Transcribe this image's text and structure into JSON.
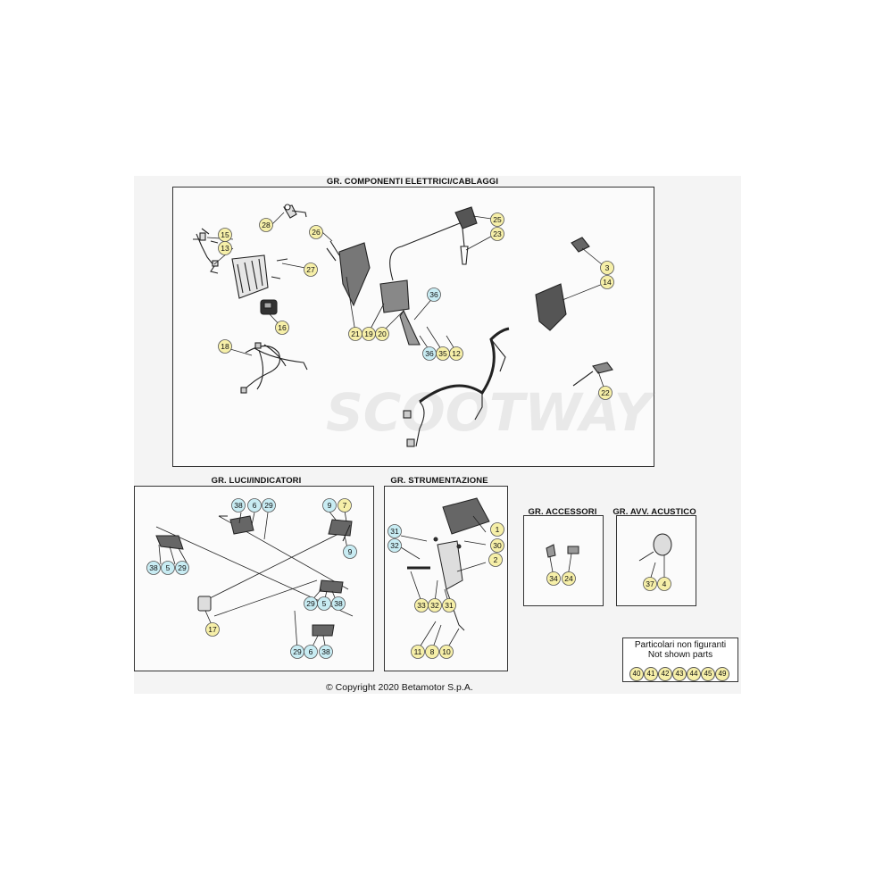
{
  "panels": {
    "main_title": "GR. COMPONENTI ELETTRICI/CABLAGGI",
    "lights_title": "GR. LUCI/INDICATORI",
    "instruments_title": "GR. STRUMENTAZIONE",
    "accessories_title": "GR. ACCESSORI",
    "horn_title": "GR. AVV. ACUSTICO"
  },
  "watermark": "SCOOTWAY",
  "not_shown": {
    "line1": "Particolari non figuranti",
    "line2": "Not shown parts",
    "numbers": [
      "40",
      "41",
      "42",
      "43",
      "44",
      "45",
      "49"
    ]
  },
  "copyright": "© Copyright 2020 Betamotor S.p.A.",
  "colors": {
    "yellow_callout": "#f6efa8",
    "blue_callout": "#c8ecf3",
    "line": "#333333"
  },
  "callouts": {
    "main": [
      "28",
      "15",
      "13",
      "26",
      "27",
      "16",
      "21",
      "19",
      "20",
      "36",
      "36",
      "35",
      "12",
      "18",
      "25",
      "23",
      "3",
      "14",
      "22"
    ],
    "lights": [
      "38",
      "6",
      "29",
      "9",
      "7",
      "9",
      "38",
      "5",
      "29",
      "29",
      "5",
      "38",
      "17",
      "29",
      "6",
      "38"
    ],
    "instruments": [
      "31",
      "32",
      "1",
      "30",
      "2",
      "33",
      "32",
      "31",
      "11",
      "8",
      "10"
    ],
    "accessories": [
      "34",
      "24"
    ],
    "horn": [
      "37",
      "4"
    ]
  }
}
